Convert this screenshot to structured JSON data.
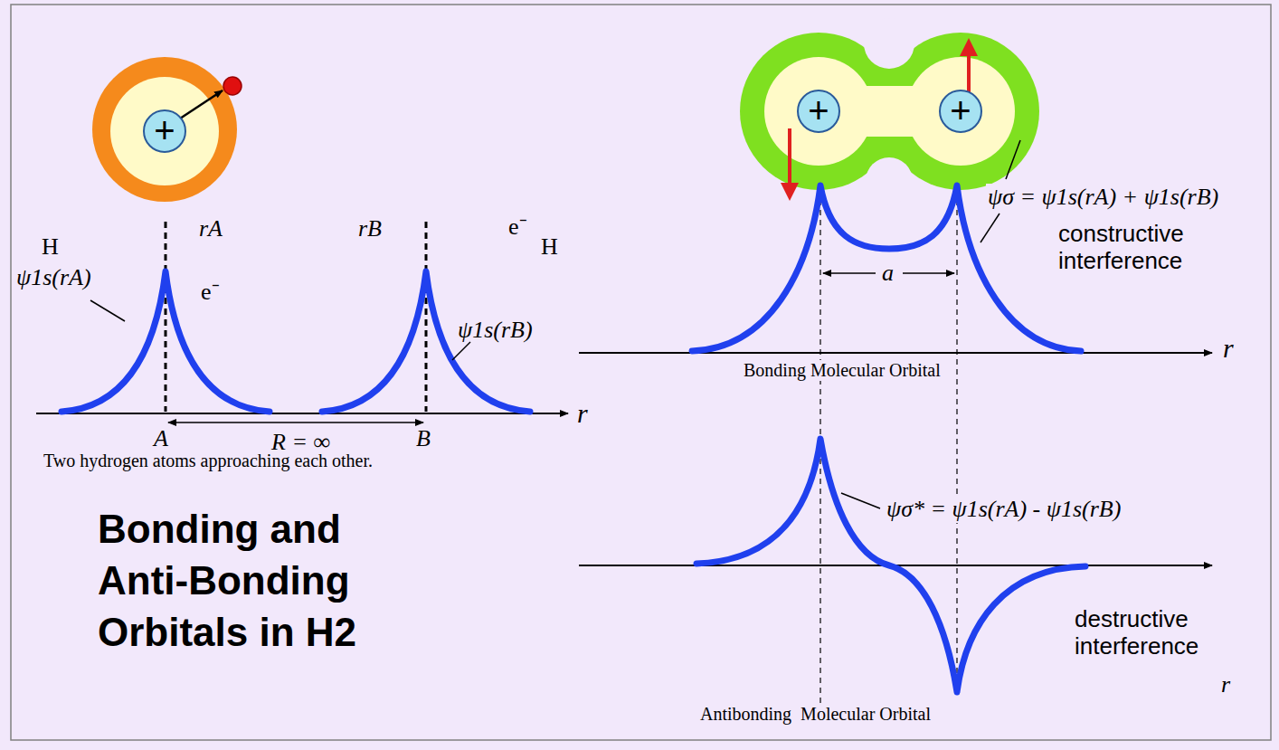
{
  "diagram": {
    "title": "Bonding and Anti-Bonding Orbitals in H2",
    "caption": "Two hydrogen atoms approaching each other.",
    "nodes": [
      {
        "text": [
          "+"
        ]
      },
      {
        "text": [
          "+"
        ]
      },
      {
        "text": [
          "+"
        ]
      }
    ],
    "labels": [
      "H",
      "rA",
      "rB",
      "e⁻",
      "H",
      "ψ1s(rA)",
      "e⁻",
      "ψ1s(rB)",
      "r",
      "A",
      "R = ∞",
      "B",
      "ψσ = ψ1s(rA) + ψ1s(rB)",
      "constructive interference",
      "a",
      "Bonding Molecular Orbital",
      "r",
      "ψσ* = ψ1s(rA) - ψ1s(rB)",
      "r",
      "destructive interference",
      "Antibonding  Molecular Orbital"
    ]
  }
}
